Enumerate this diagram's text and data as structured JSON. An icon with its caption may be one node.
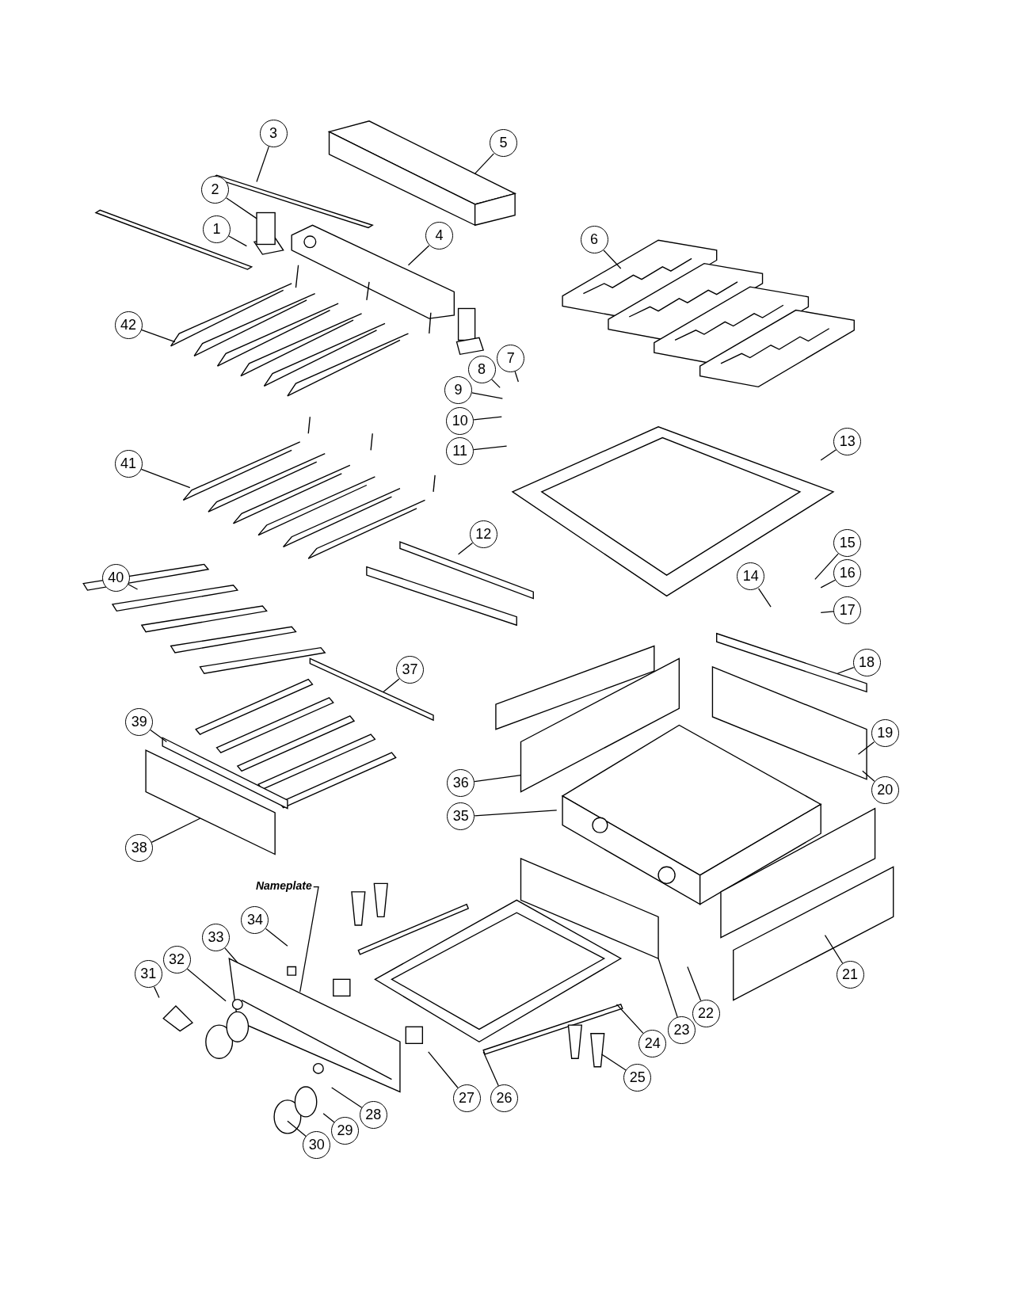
{
  "diagram": {
    "nodes": [
      {
        "text": [
          "1"
        ]
      },
      {
        "text": [
          "2"
        ]
      },
      {
        "text": [
          "3"
        ]
      },
      {
        "text": [
          "4"
        ]
      },
      {
        "text": [
          "5"
        ]
      },
      {
        "text": [
          "6"
        ]
      },
      {
        "text": [
          "7"
        ]
      },
      {
        "text": [
          "8"
        ]
      },
      {
        "text": [
          "9"
        ]
      },
      {
        "text": [
          "10"
        ]
      },
      {
        "text": [
          "11"
        ]
      },
      {
        "text": [
          "12"
        ]
      },
      {
        "text": [
          "13"
        ]
      },
      {
        "text": [
          "14"
        ]
      },
      {
        "text": [
          "15"
        ]
      },
      {
        "text": [
          "16"
        ]
      },
      {
        "text": [
          "17"
        ]
      },
      {
        "text": [
          "18"
        ]
      },
      {
        "text": [
          "19"
        ]
      },
      {
        "text": [
          "20"
        ]
      },
      {
        "text": [
          "21"
        ]
      },
      {
        "text": [
          "22"
        ]
      },
      {
        "text": [
          "23"
        ]
      },
      {
        "text": [
          "24"
        ]
      },
      {
        "text": [
          "25"
        ]
      },
      {
        "text": [
          "26"
        ]
      },
      {
        "text": [
          "27"
        ]
      },
      {
        "text": [
          "28"
        ]
      },
      {
        "text": [
          "29"
        ]
      },
      {
        "text": [
          "30"
        ]
      },
      {
        "text": [
          "31"
        ]
      },
      {
        "text": [
          "32"
        ]
      },
      {
        "text": [
          "33"
        ]
      },
      {
        "text": [
          "34"
        ]
      },
      {
        "text": [
          "35"
        ]
      },
      {
        "text": [
          "36"
        ]
      },
      {
        "text": [
          "37"
        ]
      },
      {
        "text": [
          "38"
        ]
      },
      {
        "text": [
          "39"
        ]
      },
      {
        "text": [
          "40"
        ]
      },
      {
        "text": [
          "41"
        ]
      },
      {
        "text": [
          "42"
        ]
      },
      {
        "text": [
          "Nameplate"
        ]
      }
    ],
    "edges": [
      {
        "from": 0,
        "to": null,
        "arrow": "none"
      },
      {
        "from": 1,
        "to": null,
        "arrow": "none"
      },
      {
        "from": 2,
        "to": null,
        "arrow": "none"
      },
      {
        "from": 3,
        "to": null,
        "arrow": "none"
      },
      {
        "from": 4,
        "to": null,
        "arrow": "none"
      },
      {
        "from": 5,
        "to": null,
        "arrow": "none"
      },
      {
        "from": 6,
        "to": null,
        "arrow": "none"
      },
      {
        "from": 7,
        "to": null,
        "arrow": "none"
      },
      {
        "from": 8,
        "to": null,
        "arrow": "none"
      },
      {
        "from": 9,
        "to": null,
        "arrow": "none"
      },
      {
        "from": 10,
        "to": null,
        "arrow": "none"
      },
      {
        "from": 11,
        "to": null,
        "arrow": "none"
      },
      {
        "from": 12,
        "to": null,
        "arrow": "none"
      },
      {
        "from": 13,
        "to": null,
        "arrow": "none"
      },
      {
        "from": 14,
        "to": null,
        "arrow": "none"
      },
      {
        "from": 15,
        "to": null,
        "arrow": "none"
      },
      {
        "from": 16,
        "to": null,
        "arrow": "none"
      },
      {
        "from": 17,
        "to": null,
        "arrow": "none"
      },
      {
        "from": 18,
        "to": null,
        "arrow": "none"
      },
      {
        "from": 19,
        "to": null,
        "arrow": "none"
      },
      {
        "from": 20,
        "to": null,
        "arrow": "none"
      },
      {
        "from": 21,
        "to": null,
        "arrow": "none"
      },
      {
        "from": 22,
        "to": null,
        "arrow": "none"
      },
      {
        "from": 23,
        "to": null,
        "arrow": "none"
      },
      {
        "from": 24,
        "to": null,
        "arrow": "none"
      },
      {
        "from": 25,
        "to": null,
        "arrow": "none"
      },
      {
        "from": 26,
        "to": null,
        "arrow": "none"
      },
      {
        "from": 27,
        "to": null,
        "arrow": "none"
      },
      {
        "from": 28,
        "to": null,
        "arrow": "none"
      },
      {
        "from": 29,
        "to": null,
        "arrow": "none"
      },
      {
        "from": 30,
        "to": null,
        "arrow": "none"
      },
      {
        "from": 31,
        "to": null,
        "arrow": "none"
      },
      {
        "from": 32,
        "to": null,
        "arrow": "none"
      },
      {
        "from": 33,
        "to": null,
        "arrow": "none"
      },
      {
        "from": 34,
        "to": null,
        "arrow": "none"
      },
      {
        "from": 35,
        "to": null,
        "arrow": "none"
      },
      {
        "from": 36,
        "to": null,
        "arrow": "none"
      },
      {
        "from": 37,
        "to": null,
        "arrow": "none"
      },
      {
        "from": 38,
        "to": null,
        "arrow": "none"
      },
      {
        "from": 39,
        "to": null,
        "arrow": "none"
      },
      {
        "from": 40,
        "to": null,
        "arrow": "none"
      },
      {
        "from": 41,
        "to": null,
        "arrow": "none"
      },
      {
        "from": 42,
        "to": null,
        "arrow": "none"
      }
    ]
  }
}
